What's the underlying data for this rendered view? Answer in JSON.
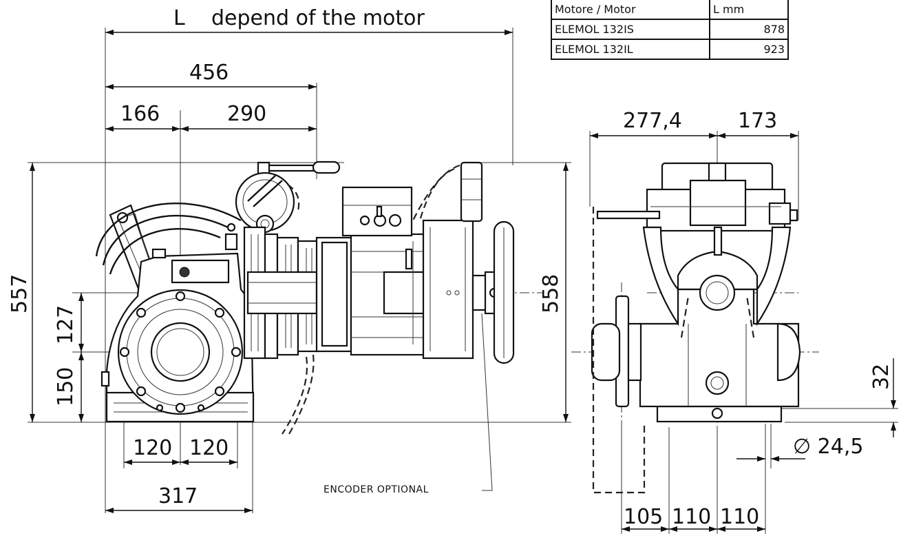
{
  "dimensions": {
    "L_label": "L",
    "L_text": "depend of the motor",
    "d456": "456",
    "d166": "166",
    "d290": "290",
    "d557": "557",
    "d127": "127",
    "d150": "150",
    "d558": "558",
    "d120a": "120",
    "d120b": "120",
    "d317": "317",
    "d277": "277,4",
    "d173": "173",
    "d32": "32",
    "d24": "∅ 24,5",
    "d105": "105",
    "d110a": "110",
    "d110b": "110"
  },
  "notes": {
    "encoder": "ENCODER OPTIONAL"
  },
  "table": {
    "header": [
      "Motore / Motor",
      "L mm"
    ],
    "rows": [
      {
        "model": "ELEMOL 132IS",
        "L": "878"
      },
      {
        "model": "ELEMOL 132IL",
        "L": "923"
      }
    ]
  }
}
